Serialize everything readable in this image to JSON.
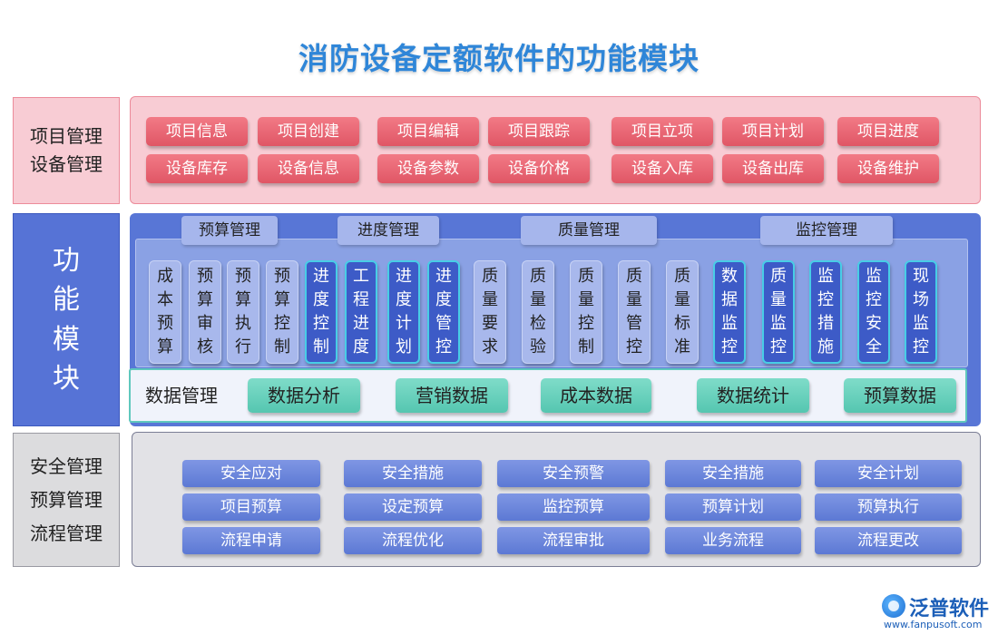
{
  "title": "消防设备定额软件的功能模块",
  "row1": {
    "side": [
      "项目管理",
      "设备管理"
    ],
    "buttons": [
      [
        "项目信息",
        "项目创建",
        "项目编辑",
        "项目跟踪",
        "项目立项",
        "项目计划",
        "项目进度"
      ],
      [
        "设备库存",
        "设备信息",
        "设备参数",
        "设备价格",
        "设备入库",
        "设备出库",
        "设备维护"
      ]
    ]
  },
  "row2": {
    "side": [
      "功",
      "能",
      "模",
      "块"
    ],
    "groups": [
      "预算管理",
      "进度管理",
      "质量管理",
      "监控管理"
    ],
    "columns": [
      {
        "text": "成本预算",
        "dark": false
      },
      {
        "text": "预算审核",
        "dark": false
      },
      {
        "text": "预算执行",
        "dark": false
      },
      {
        "text": "预算控制",
        "dark": false
      },
      {
        "text": "进度控制",
        "dark": true
      },
      {
        "text": "工程进度",
        "dark": true
      },
      {
        "text": "进度计划",
        "dark": true
      },
      {
        "text": "进度管控",
        "dark": true
      },
      {
        "text": "质量要求",
        "dark": false
      },
      {
        "text": "质量检验",
        "dark": false
      },
      {
        "text": "质量控制",
        "dark": false
      },
      {
        "text": "质量管控",
        "dark": false
      },
      {
        "text": "质量标准",
        "dark": false
      },
      {
        "text": "数据监控",
        "dark": true
      },
      {
        "text": "质量监控",
        "dark": true
      },
      {
        "text": "监控措施",
        "dark": true
      },
      {
        "text": "监控安全",
        "dark": true
      },
      {
        "text": "现场监控",
        "dark": true
      }
    ],
    "data_label": "数据管理",
    "data_buttons": [
      "数据分析",
      "营销数据",
      "成本数据",
      "数据统计",
      "预算数据"
    ]
  },
  "row3": {
    "side": [
      "安全管理",
      "预算管理",
      "流程管理"
    ],
    "buttons": [
      [
        "安全应对",
        "安全措施",
        "安全预警",
        "安全措施",
        "安全计划"
      ],
      [
        "项目预算",
        "设定预算",
        "监控预算",
        "预算计划",
        "预算执行"
      ],
      [
        "流程申请",
        "流程优化",
        "流程审批",
        "业务流程",
        "流程更改"
      ]
    ]
  },
  "logo": {
    "name": "泛普软件",
    "url": "www.fanpusoft.com"
  },
  "colors": {
    "title": "#2f86d8",
    "red": "#e05665",
    "blue": "#5876d6",
    "teal": "#55c6b0",
    "gray": "#e2e2e6"
  }
}
